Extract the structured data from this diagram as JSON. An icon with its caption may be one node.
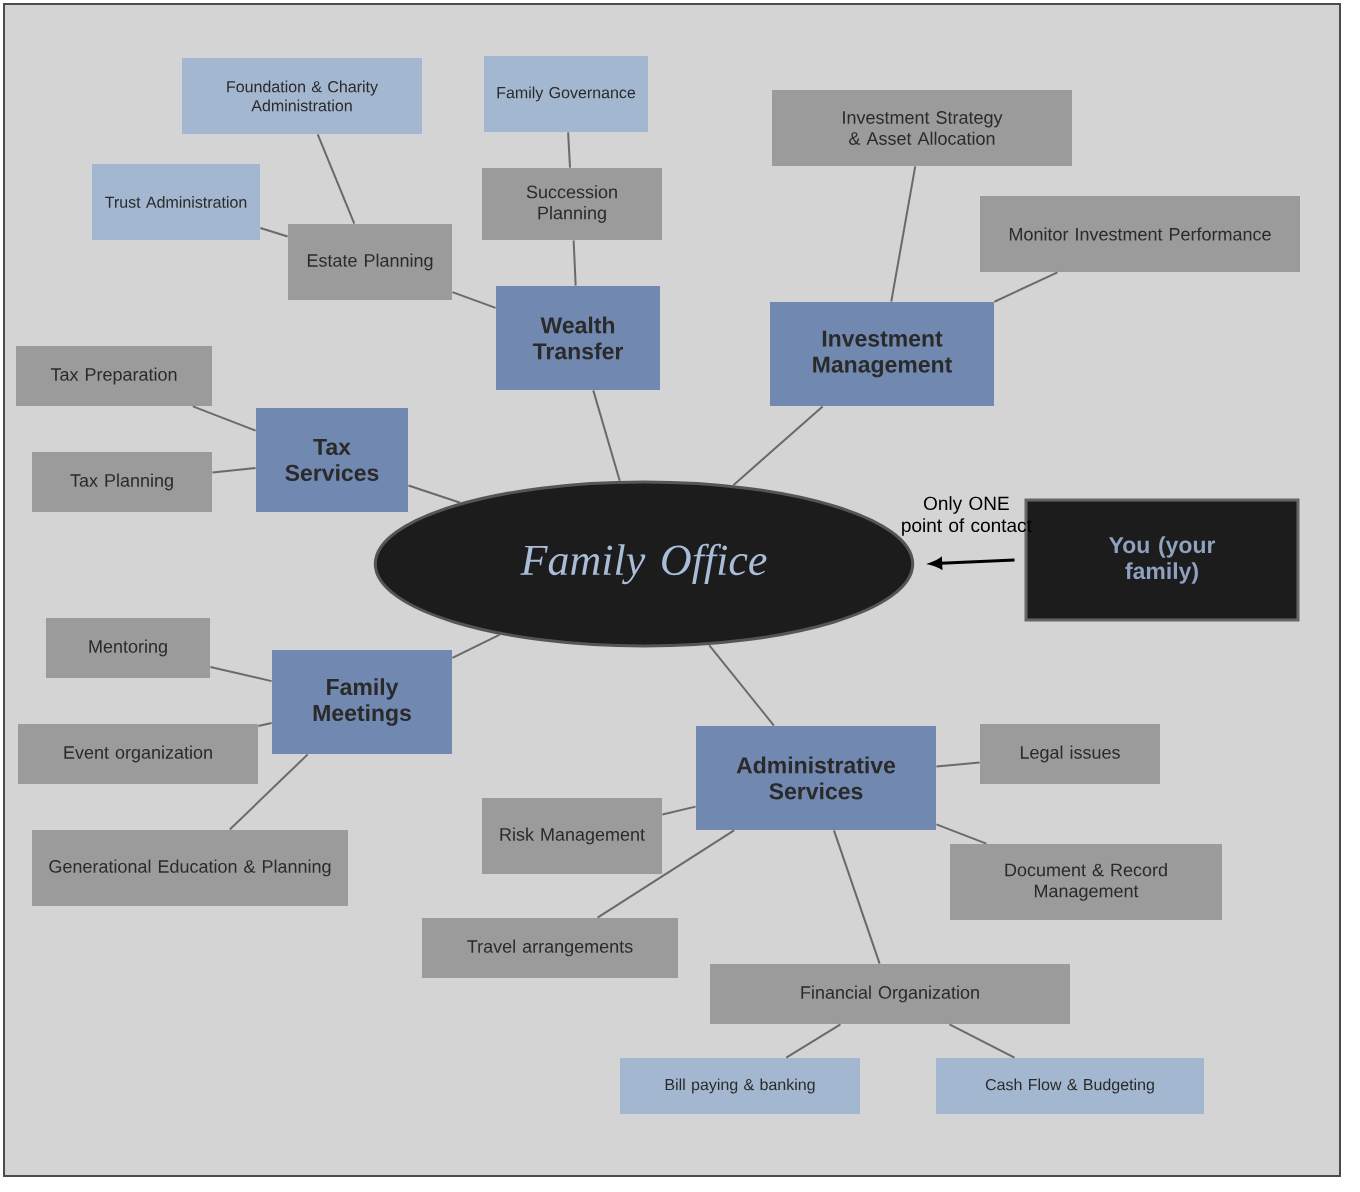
{
  "diagram": {
    "nodes": [
      {
        "text": [
          "Family Office"
        ]
      },
      {
        "text": [
          "Wealth Transfer"
        ]
      },
      {
        "text": [
          "Investment Management"
        ]
      },
      {
        "text": [
          "Tax Services"
        ]
      },
      {
        "text": [
          "Family Meetings"
        ]
      },
      {
        "text": [
          "Administrative Services"
        ]
      },
      {
        "text": [
          "You (your family)"
        ]
      },
      {
        "text": [
          "Estate Planning"
        ]
      },
      {
        "text": [
          "Succession Planning"
        ]
      },
      {
        "text": [
          "Foundation & Charity Administration"
        ]
      },
      {
        "text": [
          "Family Governance"
        ]
      },
      {
        "text": [
          "Trust Administration"
        ]
      },
      {
        "text": [
          "Investment Strategy & Asset Allocation"
        ]
      },
      {
        "text": [
          "Monitor Investment Performance"
        ]
      },
      {
        "text": [
          "Tax Preparation"
        ]
      },
      {
        "text": [
          "Tax Planning"
        ]
      },
      {
        "text": [
          "Mentoring"
        ]
      },
      {
        "text": [
          "Event organization"
        ]
      },
      {
        "text": [
          "Generational Education & Planning"
        ]
      },
      {
        "text": [
          "Legal issues"
        ]
      },
      {
        "text": [
          "Risk Management"
        ]
      },
      {
        "text": [
          "Document & Record Management"
        ]
      },
      {
        "text": [
          "Travel arrangements"
        ]
      },
      {
        "text": [
          "Financial Organization"
        ]
      },
      {
        "text": [
          "Bill paying & banking"
        ]
      },
      {
        "text": [
          "Cash Flow & Budgeting"
        ]
      }
    ],
    "edges": [
      {
        "from": 0,
        "to": 1,
        "arrow": "none"
      },
      {
        "from": 0,
        "to": 2,
        "arrow": "none"
      },
      {
        "from": 0,
        "to": 3,
        "arrow": "none"
      },
      {
        "from": 0,
        "to": 4,
        "arrow": "none"
      },
      {
        "from": 0,
        "to": 5,
        "arrow": "none"
      },
      {
        "from": 6,
        "to": 0,
        "arrow": "to",
        "label": "Only ONE point of contact",
        "color": "#000000"
      },
      {
        "from": 1,
        "to": 7,
        "arrow": "none"
      },
      {
        "from": 1,
        "to": 8,
        "arrow": "none"
      },
      {
        "from": 7,
        "to": 9,
        "arrow": "none"
      },
      {
        "from": 7,
        "to": 11,
        "arrow": "none"
      },
      {
        "from": 8,
        "to": 10,
        "arrow": "none"
      },
      {
        "from": 2,
        "to": 12,
        "arrow": "none"
      },
      {
        "from": 2,
        "to": 13,
        "arrow": "none"
      },
      {
        "from": 3,
        "to": 14,
        "arrow": "none"
      },
      {
        "from": 3,
        "to": 15,
        "arrow": "none"
      },
      {
        "from": 4,
        "to": 16,
        "arrow": "none"
      },
      {
        "from": 4,
        "to": 17,
        "arrow": "none"
      },
      {
        "from": 4,
        "to": 18,
        "arrow": "none"
      },
      {
        "from": 5,
        "to": 19,
        "arrow": "none"
      },
      {
        "from": 5,
        "to": 20,
        "arrow": "none"
      },
      {
        "from": 5,
        "to": 21,
        "arrow": "none"
      },
      {
        "from": 5,
        "to": 22,
        "arrow": "none"
      },
      {
        "from": 5,
        "to": 23,
        "arrow": "none"
      },
      {
        "from": 23,
        "to": 24,
        "arrow": "none"
      },
      {
        "from": 23,
        "to": 25,
        "arrow": "none"
      }
    ]
  }
}
